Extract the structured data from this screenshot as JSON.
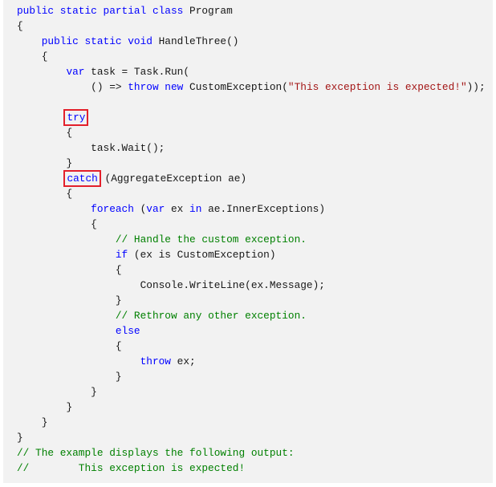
{
  "colors": {
    "keyword": "#0000ff",
    "string": "#a31515",
    "comment": "#008000",
    "text": "#171717",
    "highlight": "#e3202b"
  },
  "code_lines": [
    {
      "indent": 0,
      "tokens": [
        {
          "k": "k",
          "t": "public static partial class"
        },
        {
          "k": "p",
          "t": " Program"
        }
      ]
    },
    {
      "indent": 0,
      "tokens": [
        {
          "k": "p",
          "t": "{"
        }
      ]
    },
    {
      "indent": 1,
      "tokens": [
        {
          "k": "k",
          "t": "public static void"
        },
        {
          "k": "p",
          "t": " HandleThree()"
        }
      ]
    },
    {
      "indent": 1,
      "tokens": [
        {
          "k": "p",
          "t": "{"
        }
      ]
    },
    {
      "indent": 2,
      "tokens": [
        {
          "k": "k",
          "t": "var"
        },
        {
          "k": "p",
          "t": " task = Task.Run("
        }
      ]
    },
    {
      "indent": 3,
      "tokens": [
        {
          "k": "p",
          "t": "() => "
        },
        {
          "k": "k",
          "t": "throw new"
        },
        {
          "k": "p",
          "t": " CustomException("
        },
        {
          "k": "s",
          "t": "\"This exception is expected!\""
        },
        {
          "k": "p",
          "t": "));"
        }
      ]
    },
    {
      "indent": 0,
      "tokens": []
    },
    {
      "indent": 2,
      "tokens": [
        {
          "k": "k",
          "t": "try",
          "box": true
        }
      ]
    },
    {
      "indent": 2,
      "tokens": [
        {
          "k": "p",
          "t": "{"
        }
      ]
    },
    {
      "indent": 3,
      "tokens": [
        {
          "k": "p",
          "t": "task.Wait();"
        }
      ]
    },
    {
      "indent": 2,
      "tokens": [
        {
          "k": "p",
          "t": "}"
        }
      ]
    },
    {
      "indent": 2,
      "tokens": [
        {
          "k": "k",
          "t": "catch",
          "box": true
        },
        {
          "k": "p",
          "t": " (AggregateException ae)"
        }
      ]
    },
    {
      "indent": 2,
      "tokens": [
        {
          "k": "p",
          "t": "{"
        }
      ]
    },
    {
      "indent": 3,
      "tokens": [
        {
          "k": "k",
          "t": "foreach"
        },
        {
          "k": "p",
          "t": " ("
        },
        {
          "k": "k",
          "t": "var"
        },
        {
          "k": "p",
          "t": " ex "
        },
        {
          "k": "k",
          "t": "in"
        },
        {
          "k": "p",
          "t": " ae.InnerExceptions)"
        }
      ]
    },
    {
      "indent": 3,
      "tokens": [
        {
          "k": "p",
          "t": "{"
        }
      ]
    },
    {
      "indent": 4,
      "tokens": [
        {
          "k": "c",
          "t": "// Handle the custom exception."
        }
      ]
    },
    {
      "indent": 4,
      "tokens": [
        {
          "k": "k",
          "t": "if"
        },
        {
          "k": "p",
          "t": " (ex is CustomException)"
        }
      ]
    },
    {
      "indent": 4,
      "tokens": [
        {
          "k": "p",
          "t": "{"
        }
      ]
    },
    {
      "indent": 5,
      "tokens": [
        {
          "k": "p",
          "t": "Console.WriteLine(ex.Message);"
        }
      ]
    },
    {
      "indent": 4,
      "tokens": [
        {
          "k": "p",
          "t": "}"
        }
      ]
    },
    {
      "indent": 4,
      "tokens": [
        {
          "k": "c",
          "t": "// Rethrow any other exception."
        }
      ]
    },
    {
      "indent": 4,
      "tokens": [
        {
          "k": "k",
          "t": "else"
        }
      ]
    },
    {
      "indent": 4,
      "tokens": [
        {
          "k": "p",
          "t": "{"
        }
      ]
    },
    {
      "indent": 5,
      "tokens": [
        {
          "k": "k",
          "t": "throw"
        },
        {
          "k": "p",
          "t": " ex;"
        }
      ]
    },
    {
      "indent": 4,
      "tokens": [
        {
          "k": "p",
          "t": "}"
        }
      ]
    },
    {
      "indent": 3,
      "tokens": [
        {
          "k": "p",
          "t": "}"
        }
      ]
    },
    {
      "indent": 2,
      "tokens": [
        {
          "k": "p",
          "t": "}"
        }
      ]
    },
    {
      "indent": 1,
      "tokens": [
        {
          "k": "p",
          "t": "}"
        }
      ]
    },
    {
      "indent": 0,
      "tokens": [
        {
          "k": "p",
          "t": "}"
        }
      ]
    },
    {
      "indent": 0,
      "tokens": [
        {
          "k": "c",
          "t": "// The example displays the following output:"
        }
      ]
    },
    {
      "indent": 0,
      "tokens": [
        {
          "k": "c",
          "t": "//        This exception is expected!"
        }
      ]
    }
  ]
}
